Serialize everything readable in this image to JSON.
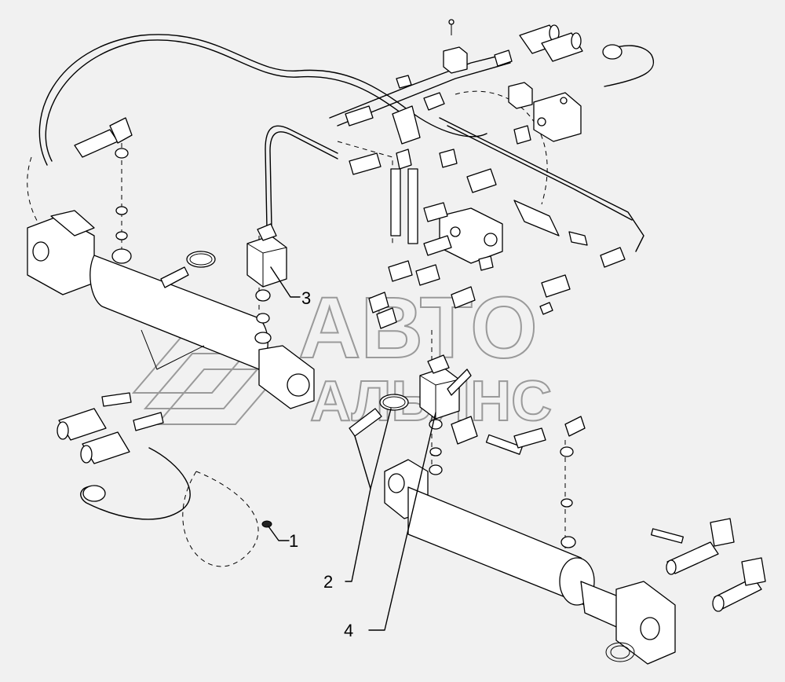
{
  "watermark": {
    "line1": "АВТО",
    "line2": "АЛЬЯНС"
  },
  "callouts": [
    {
      "id": "1",
      "label": "1"
    },
    {
      "id": "2",
      "label": "2"
    },
    {
      "id": "3",
      "label": "3"
    },
    {
      "id": "4",
      "label": "4"
    }
  ],
  "colors": {
    "background": "#f1f1f1",
    "line": "#000000",
    "watermark": "#9a9a9a"
  }
}
